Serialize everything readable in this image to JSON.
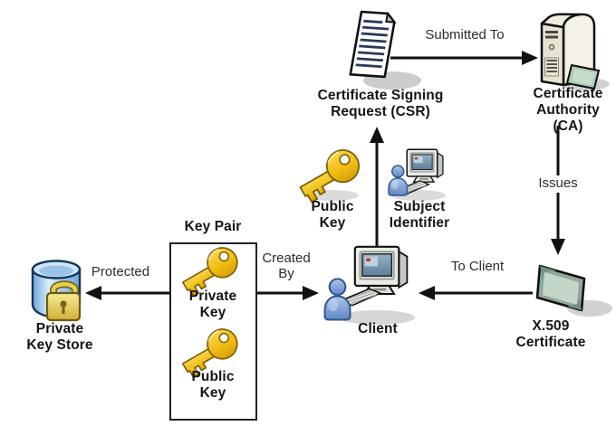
{
  "diagram": {
    "background": "#FFFFFF",
    "nodes": {
      "csr": {
        "label": "Certificate Signing\nRequest (CSR)",
        "icon": "document-icon"
      },
      "ca": {
        "label": "Certificate\nAuthority (CA)",
        "icon": "server-icon"
      },
      "public_key": {
        "label": "Public\nKey",
        "icon": "key-icon"
      },
      "subject_identifier": {
        "label": "Subject\nIdentifier",
        "icon": "user-workstation-icon"
      },
      "client": {
        "label": "Client",
        "icon": "user-workstation-icon"
      },
      "x509_certificate": {
        "label": "X.509 Certificate",
        "icon": "certificate-card-icon"
      },
      "private_key_store": {
        "label": "Private\nKey Store",
        "icon": "database-padlock-icon"
      },
      "key_pair": {
        "title": "Key Pair",
        "private_key": {
          "label": "Private\nKey",
          "icon": "key-icon"
        },
        "public_key": {
          "label": "Public\nKey",
          "icon": "key-icon"
        }
      }
    },
    "edges": {
      "submitted_to": {
        "label": "Submitted To",
        "from": "csr",
        "to": "ca"
      },
      "issues": {
        "label": "Issues",
        "from": "ca",
        "to": "x509_certificate"
      },
      "to_client": {
        "label": "To Client",
        "from": "x509_certificate",
        "to": "client"
      },
      "created_by": {
        "label": "Created\nBy",
        "from": "key_pair",
        "to": "client"
      },
      "protected": {
        "label": "Protected",
        "from": "key_pair",
        "to": "private_key_store"
      },
      "csr_submission": {
        "label": "",
        "from": "client",
        "to": "csr"
      }
    },
    "colors": {
      "key_gold": "#EFBE12",
      "person_blue": "#82A5D8",
      "database_blue": "#A9CDEC",
      "padlock_gold": "#E8D86E",
      "server_beige": "#EDEADA",
      "certificate_green": "#A3BCAC",
      "document_line_navy": "#2C3A5A",
      "arrow_black": "#111111",
      "shadow_gray": "#999999"
    }
  }
}
